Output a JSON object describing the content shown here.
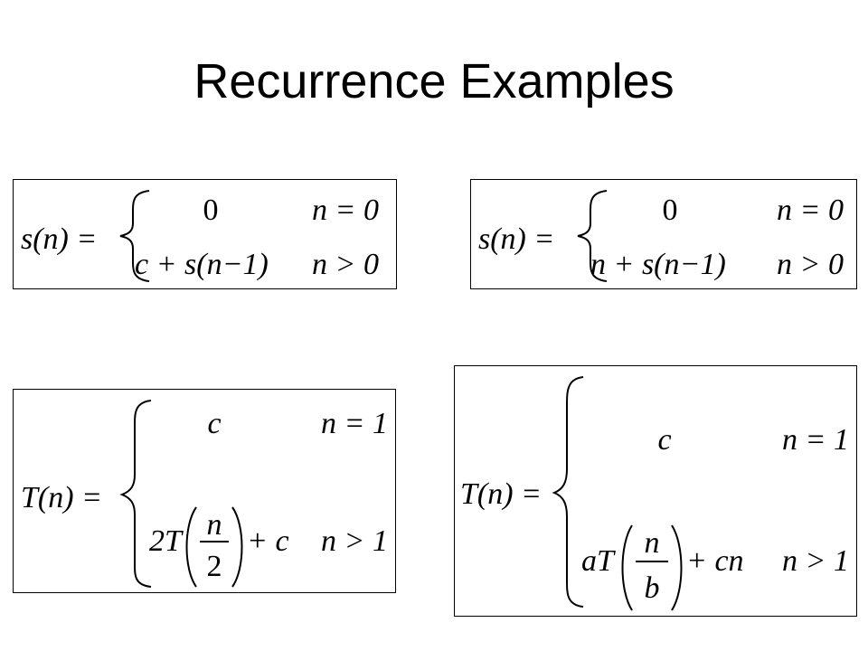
{
  "slide": {
    "title": "Recurrence Examples"
  },
  "equations": {
    "eq1": {
      "lhs": "s(n) =",
      "case1_value": "0",
      "case1_condition": "n = 0",
      "case2_value": "c + s(n−1)",
      "case2_condition": "n > 0"
    },
    "eq2": {
      "lhs": "s(n) =",
      "case1_value": "0",
      "case1_condition": "n = 0",
      "case2_value": "n + s(n−1)",
      "case2_condition": "n > 0"
    },
    "eq3": {
      "lhs": "T(n) =",
      "case1_value": "c",
      "case1_condition": "n = 1",
      "case2_coefficient": "2T",
      "case2_numerator": "n",
      "case2_denominator": "2",
      "case2_tail": "+ c",
      "case2_condition": "n > 1"
    },
    "eq4": {
      "lhs": "T(n) =",
      "case1_value": "c",
      "case1_condition": "n = 1",
      "case2_coefficient": "aT",
      "case2_numerator": "n",
      "case2_denominator": "b",
      "case2_tail": "+ cn",
      "case2_condition": "n > 1"
    }
  }
}
